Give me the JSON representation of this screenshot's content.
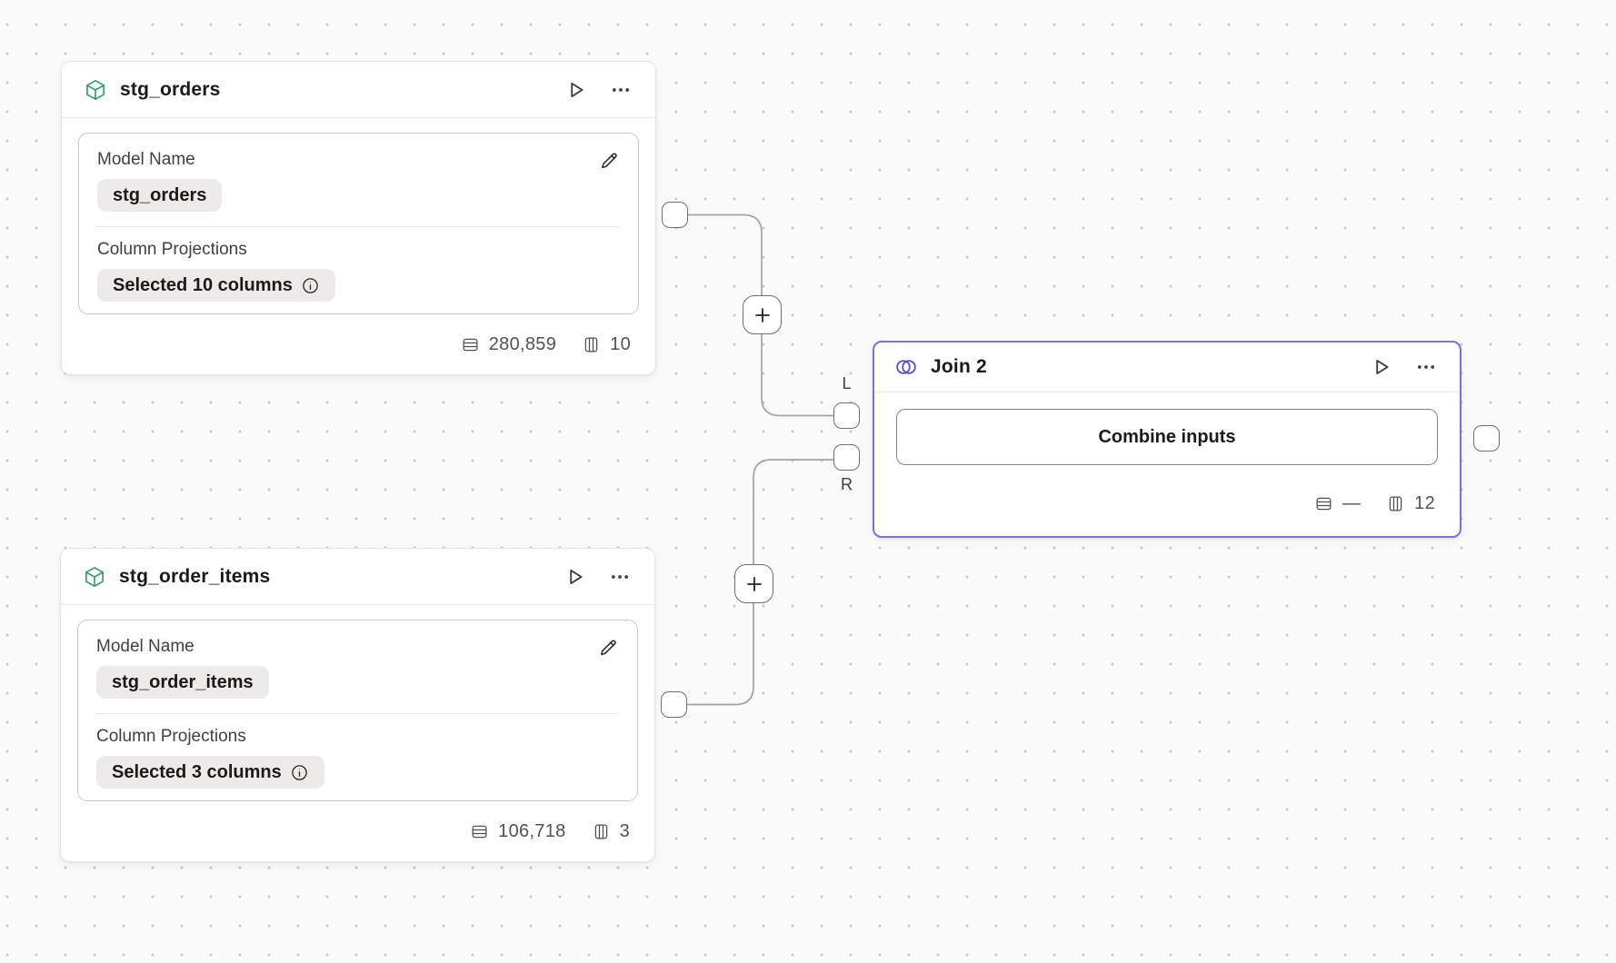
{
  "nodes": {
    "stg_orders": {
      "title": "stg_orders",
      "model_name_label": "Model Name",
      "model_name_value": "stg_orders",
      "projections_label": "Column Projections",
      "projections_value": "Selected 10 columns",
      "rows": "280,859",
      "columns": "10"
    },
    "stg_order_items": {
      "title": "stg_order_items",
      "model_name_label": "Model Name",
      "model_name_value": "stg_order_items",
      "projections_label": "Column Projections",
      "projections_value": "Selected 3 columns",
      "rows": "106,718",
      "columns": "3"
    },
    "join": {
      "title": "Join 2",
      "combine_button": "Combine inputs",
      "rows": "—",
      "columns": "12",
      "left_port_label": "L",
      "right_port_label": "R"
    }
  },
  "icons": {
    "model_node": "cube-icon",
    "join_node": "venn-circles-icon",
    "run": "play-icon",
    "menu": "ellipsis-icon",
    "edit": "pencil-icon",
    "info": "info-circle-icon",
    "row_count": "table-rows-icon",
    "column_count": "table-columns-icon",
    "add_on_edge": "plus-icon"
  },
  "colors": {
    "canvas_bg": "#fafafa",
    "node_bg": "#ffffff",
    "model_icon_green": "#2f9e68",
    "join_icon_indigo": "#5552d8",
    "join_selected_border": "#7c70ea",
    "edge_gray": "#a8a29e",
    "chip_bg": "#edebe9"
  }
}
